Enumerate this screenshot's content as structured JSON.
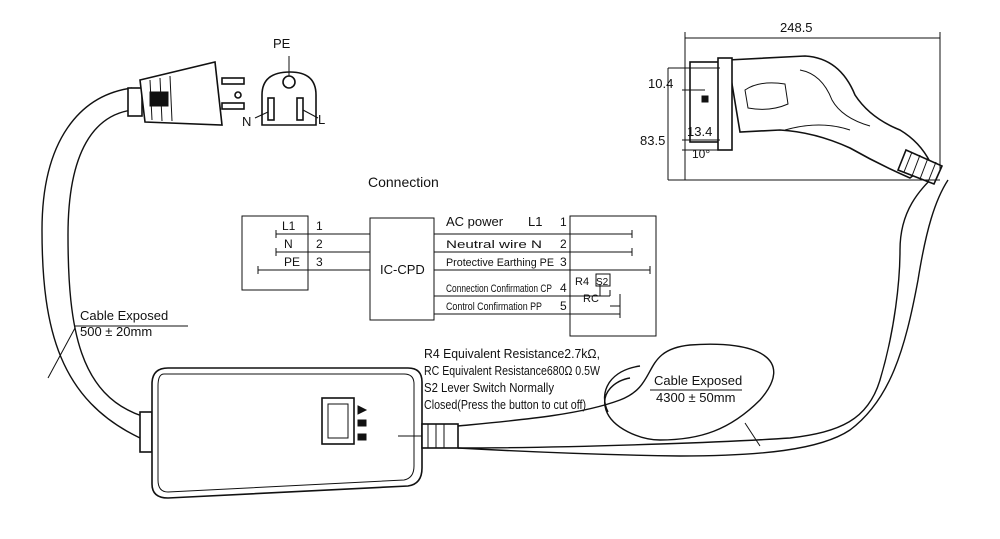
{
  "plug": {
    "pe_label": "PE",
    "n_label": "N",
    "l_label": "L"
  },
  "connector": {
    "width_dim": "248.5",
    "dim_10_4": "10.4",
    "dim_83_5": "83.5",
    "dim_13_4": "13.4",
    "angle": "10°"
  },
  "diagram": {
    "title": "Connection",
    "left_pins": [
      {
        "label": "L1",
        "num": "1"
      },
      {
        "label": "N",
        "num": "2"
      },
      {
        "label": "PE",
        "num": "3"
      }
    ],
    "center_box": "IC-CPD",
    "right_lines": [
      {
        "label": "AC power",
        "sub": "L1",
        "num": "1"
      },
      {
        "label": "Neutral wire N",
        "num": "2"
      },
      {
        "label": "Protective Earthing  PE",
        "num": "3"
      },
      {
        "label": "Connection Confirmation CP",
        "num": "4"
      },
      {
        "label": "Control Confirmation PP",
        "num": "5"
      }
    ],
    "r4": "R4",
    "s2": "S2",
    "rc": "RC"
  },
  "notes": {
    "line1": "R4 Equivalent Resistance2.7kΩ,",
    "line2": "RC Equivalent Resistance680Ω  0.5W",
    "line3": "S2 Lever Switch Normally",
    "line4": "Closed(Press the button to cut off)"
  },
  "cable_left": {
    "title": "Cable Exposed",
    "value": "500 ± 20mm"
  },
  "cable_right": {
    "title": "Cable Exposed",
    "value": "4300 ± 50mm"
  },
  "colors": {
    "line": "#111111",
    "background": "#ffffff"
  }
}
